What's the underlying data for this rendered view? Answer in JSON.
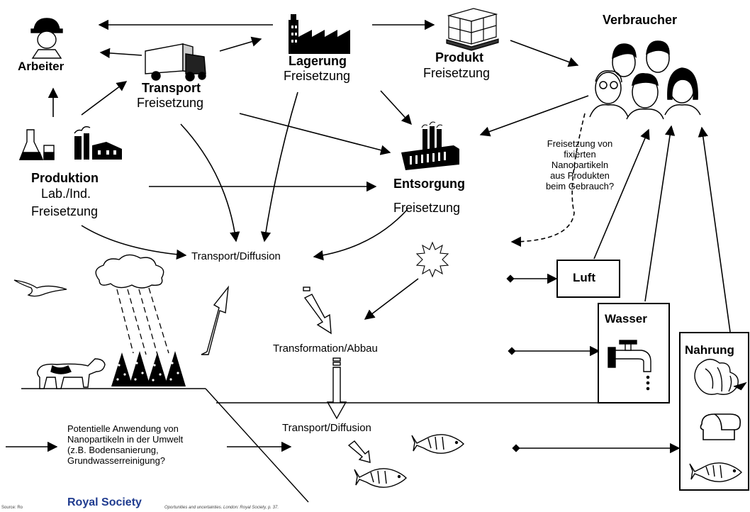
{
  "nodes": {
    "arbeiter": "Arbeiter",
    "transport_title": "Transport",
    "transport_sub": "Freisetzung",
    "lagerung_title": "Lagerung",
    "lagerung_sub": "Freisetzung",
    "produkt_title": "Produkt",
    "produkt_sub": "Freisetzung",
    "verbraucher": "Verbraucher",
    "produktion_title": "Produktion",
    "produktion_sub1": "Lab./Ind.",
    "produktion_sub2": "Freisetzung",
    "entsorgung_title": "Entsorgung",
    "entsorgung_sub": "Freisetzung",
    "transport_diffusion_top": "Transport/Diffusion",
    "transformation": "Transformation/Abbau",
    "transport_diffusion_bottom": "Transport/Diffusion",
    "luft": "Luft",
    "wasser": "Wasser",
    "nahrung": "Nahrung"
  },
  "notes": {
    "consumer_release": [
      "Freisetzung von",
      "fixierten",
      "Nanopartikeln",
      "aus Produkten",
      "beim Gebrauch?"
    ],
    "application": [
      "Potentielle Anwendung von",
      "Nanopartikeln in der Umwelt",
      "(z.B. Bodensanierung,",
      "Grundwasserreinigung?"
    ]
  },
  "footer": {
    "source_left": "Source: Ro",
    "royal_society": "Royal Society",
    "source_right": "Oportunities and uncertainties. London: Royal Society, p. 37."
  }
}
